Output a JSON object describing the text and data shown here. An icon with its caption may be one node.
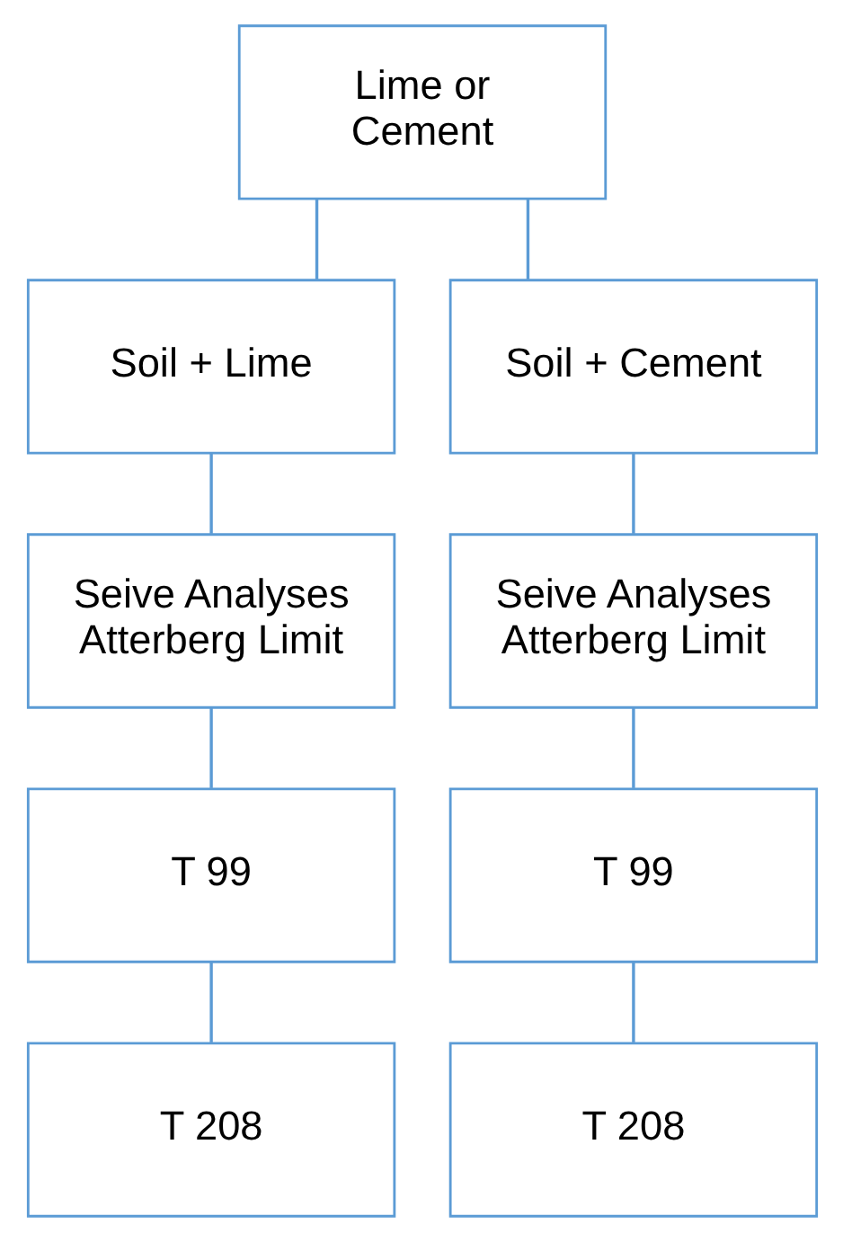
{
  "diagram": {
    "nodes": [
      {
        "text": [
          "Lime or Cement"
        ]
      },
      {
        "text": [
          "Soil + Lime"
        ]
      },
      {
        "text": [
          "Soil + Cement"
        ]
      },
      {
        "text": [
          "Seive Analyses Atterberg Limit"
        ]
      },
      {
        "text": [
          "Seive Analyses Atterberg Limit"
        ]
      },
      {
        "text": [
          "T 99"
        ]
      },
      {
        "text": [
          "T 99"
        ]
      },
      {
        "text": [
          "T 208"
        ]
      },
      {
        "text": [
          "T 208"
        ]
      }
    ],
    "edges": [
      {
        "from": 0,
        "to": 1,
        "arrow": "none"
      },
      {
        "from": 0,
        "to": 2,
        "arrow": "none"
      },
      {
        "from": 1,
        "to": 3,
        "arrow": "none"
      },
      {
        "from": 3,
        "to": 5,
        "arrow": "none"
      },
      {
        "from": 5,
        "to": 7,
        "arrow": "none"
      },
      {
        "from": 2,
        "to": 4,
        "arrow": "none"
      },
      {
        "from": 4,
        "to": 6,
        "arrow": "none"
      },
      {
        "from": 6,
        "to": 8,
        "arrow": "none"
      }
    ]
  }
}
